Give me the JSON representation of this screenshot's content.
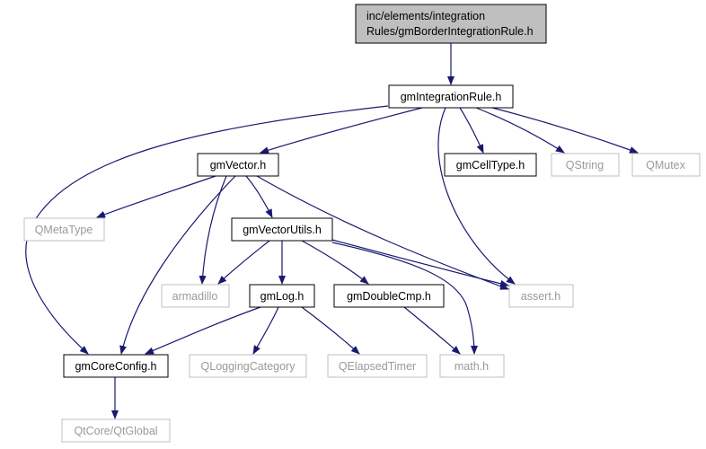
{
  "colors": {
    "edge": "#191970",
    "root_fill": "#bfbfbf",
    "node_border": "#000000",
    "external_border": "#bfbfbf",
    "external_text": "#9a9a9a"
  },
  "nodes": {
    "root": {
      "lines": [
        "inc/elements/integration",
        "Rules/gmBorderIntegrationRule.h"
      ],
      "kind": "root"
    },
    "integration_rule": {
      "lines": [
        "gmIntegrationRule.h"
      ],
      "kind": "documented"
    },
    "vector": {
      "lines": [
        "gmVector.h"
      ],
      "kind": "documented"
    },
    "cell_type": {
      "lines": [
        "gmCellType.h"
      ],
      "kind": "documented"
    },
    "qstring": {
      "lines": [
        "QString"
      ],
      "kind": "external"
    },
    "qmutex": {
      "lines": [
        "QMutex"
      ],
      "kind": "external"
    },
    "qmetatype": {
      "lines": [
        "QMetaType"
      ],
      "kind": "external"
    },
    "vector_utils": {
      "lines": [
        "gmVectorUtils.h"
      ],
      "kind": "documented"
    },
    "armadillo": {
      "lines": [
        "armadillo"
      ],
      "kind": "external"
    },
    "log": {
      "lines": [
        "gmLog.h"
      ],
      "kind": "documented"
    },
    "double_cmp": {
      "lines": [
        "gmDoubleCmp.h"
      ],
      "kind": "documented"
    },
    "assert": {
      "lines": [
        "assert.h"
      ],
      "kind": "external"
    },
    "core_config": {
      "lines": [
        "gmCoreConfig.h"
      ],
      "kind": "documented"
    },
    "qlogging": {
      "lines": [
        "QLoggingCategory"
      ],
      "kind": "external"
    },
    "qelapsed": {
      "lines": [
        "QElapsedTimer"
      ],
      "kind": "external"
    },
    "math": {
      "lines": [
        "math.h"
      ],
      "kind": "external"
    },
    "qtglobal": {
      "lines": [
        "QtCore/QtGlobal"
      ],
      "kind": "external"
    }
  }
}
